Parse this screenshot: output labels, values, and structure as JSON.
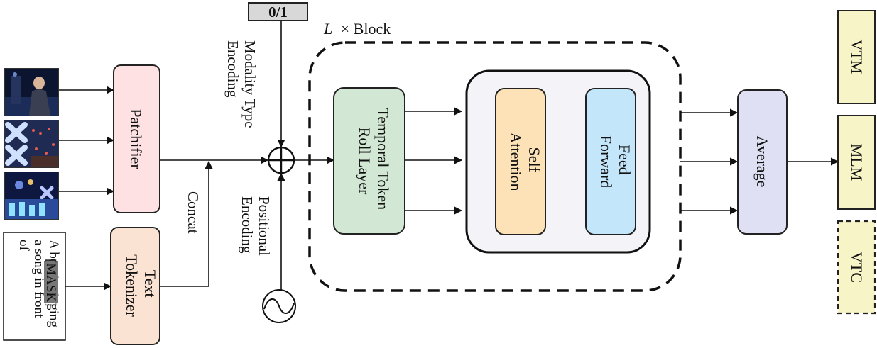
{
  "modality_token": "0/1",
  "modality_type_encoding": [
    "Modality Type",
    "Encoding"
  ],
  "positional_encoding": [
    "Positional",
    "Encoding"
  ],
  "concat_label": "Concat",
  "block_label_var": "L",
  "block_label_rest": "× Block",
  "patchifier": "Patchifier",
  "text_tokenizer": [
    "Text",
    "Tokenizer"
  ],
  "temporal_token_roll_layer": [
    "Temporal Token",
    "Roll Layer"
  ],
  "self_attention": [
    "Self",
    "Attention"
  ],
  "feed_forward": [
    "Feed",
    "Forward"
  ],
  "average": "Average",
  "heads": {
    "vtm": "VTM",
    "mlm": "MLM",
    "vtc": "VTC"
  },
  "caption_lines": [
    "A boy is singing",
    "a song in front",
    "of"
  ],
  "caption_mask": "[MASK].",
  "colors": {
    "patchifier": "#fde1e3",
    "text_tokenizer": "#fbe3d3",
    "temporal_roll": "#d3e8d4",
    "self_attention": "#fde2b8",
    "feed_forward": "#c4e6fb",
    "average": "#dfe0f3",
    "heads": "#f7f4c8",
    "mask_bg": "#777777"
  }
}
